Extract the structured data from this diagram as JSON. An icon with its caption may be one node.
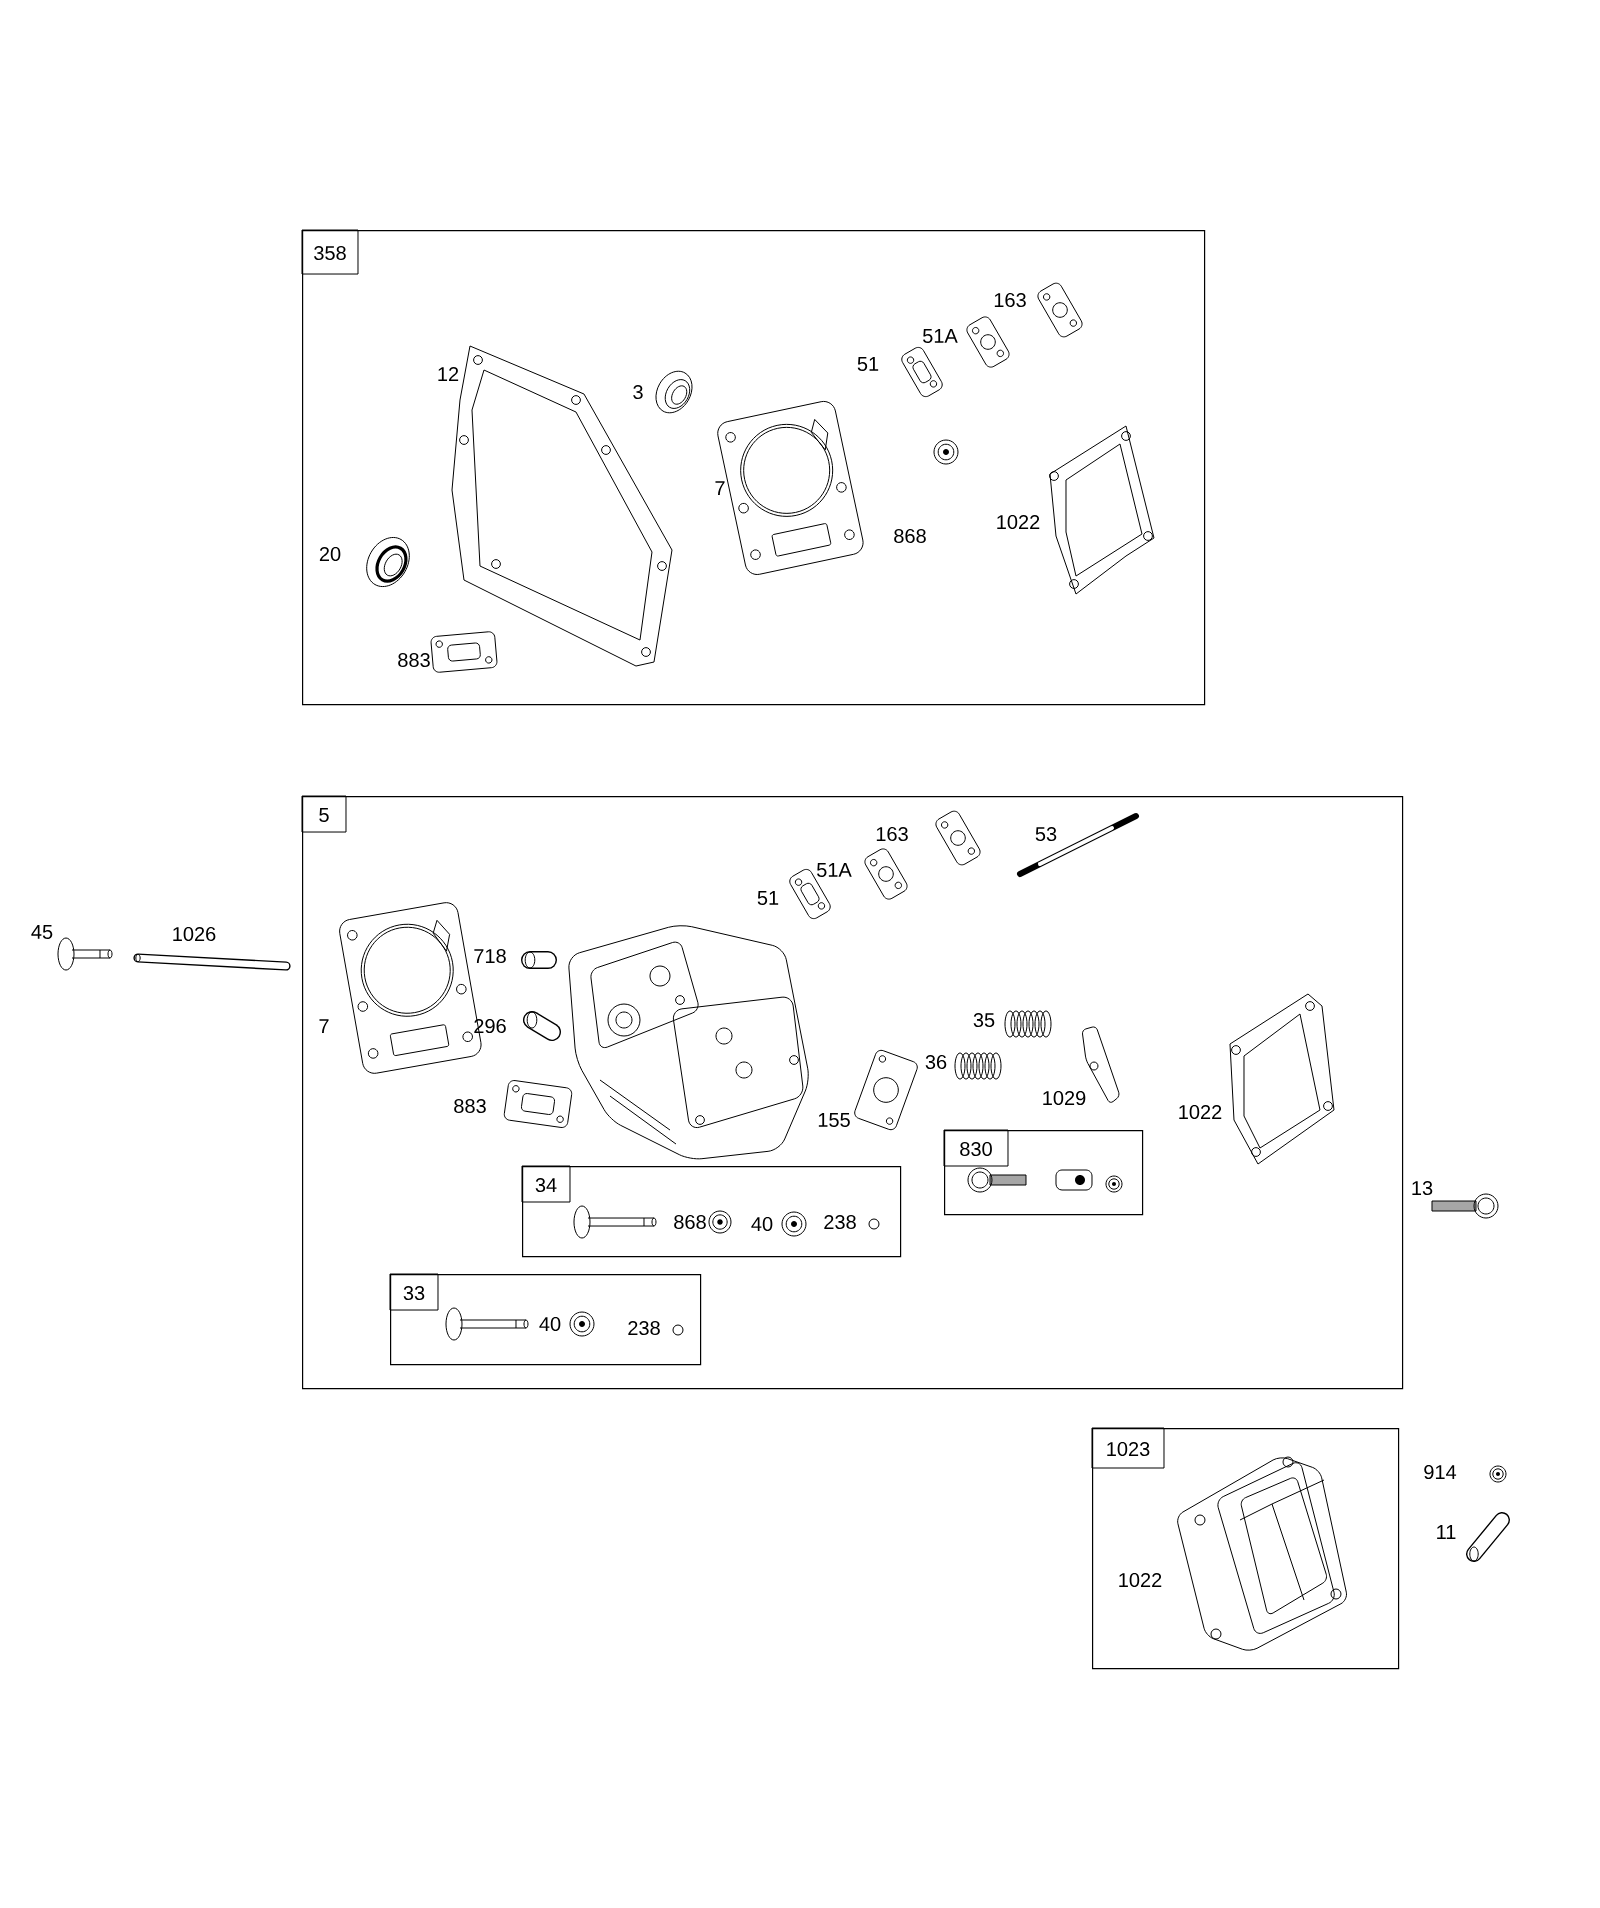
{
  "diagram": {
    "nodes": [
      {
        "text": [
          "358"
        ]
      },
      {
        "text": [
          "5"
        ]
      },
      {
        "text": [
          "34"
        ],
        "in": 1
      },
      {
        "text": [
          "33"
        ],
        "in": 1
      },
      {
        "text": [
          "830"
        ],
        "in": 1
      },
      {
        "text": [
          "1023"
        ]
      }
    ],
    "labels": [
      "163",
      "51A",
      "51",
      "12",
      "3",
      "7",
      "1022",
      "868",
      "20",
      "883",
      "163",
      "53",
      "51A",
      "51",
      "45",
      "1026",
      "718",
      "7",
      "296",
      "35",
      "36",
      "1029",
      "1022",
      "883",
      "155",
      "13",
      "868",
      "40",
      "238",
      "40",
      "238",
      "914",
      "11",
      "1022"
    ]
  }
}
